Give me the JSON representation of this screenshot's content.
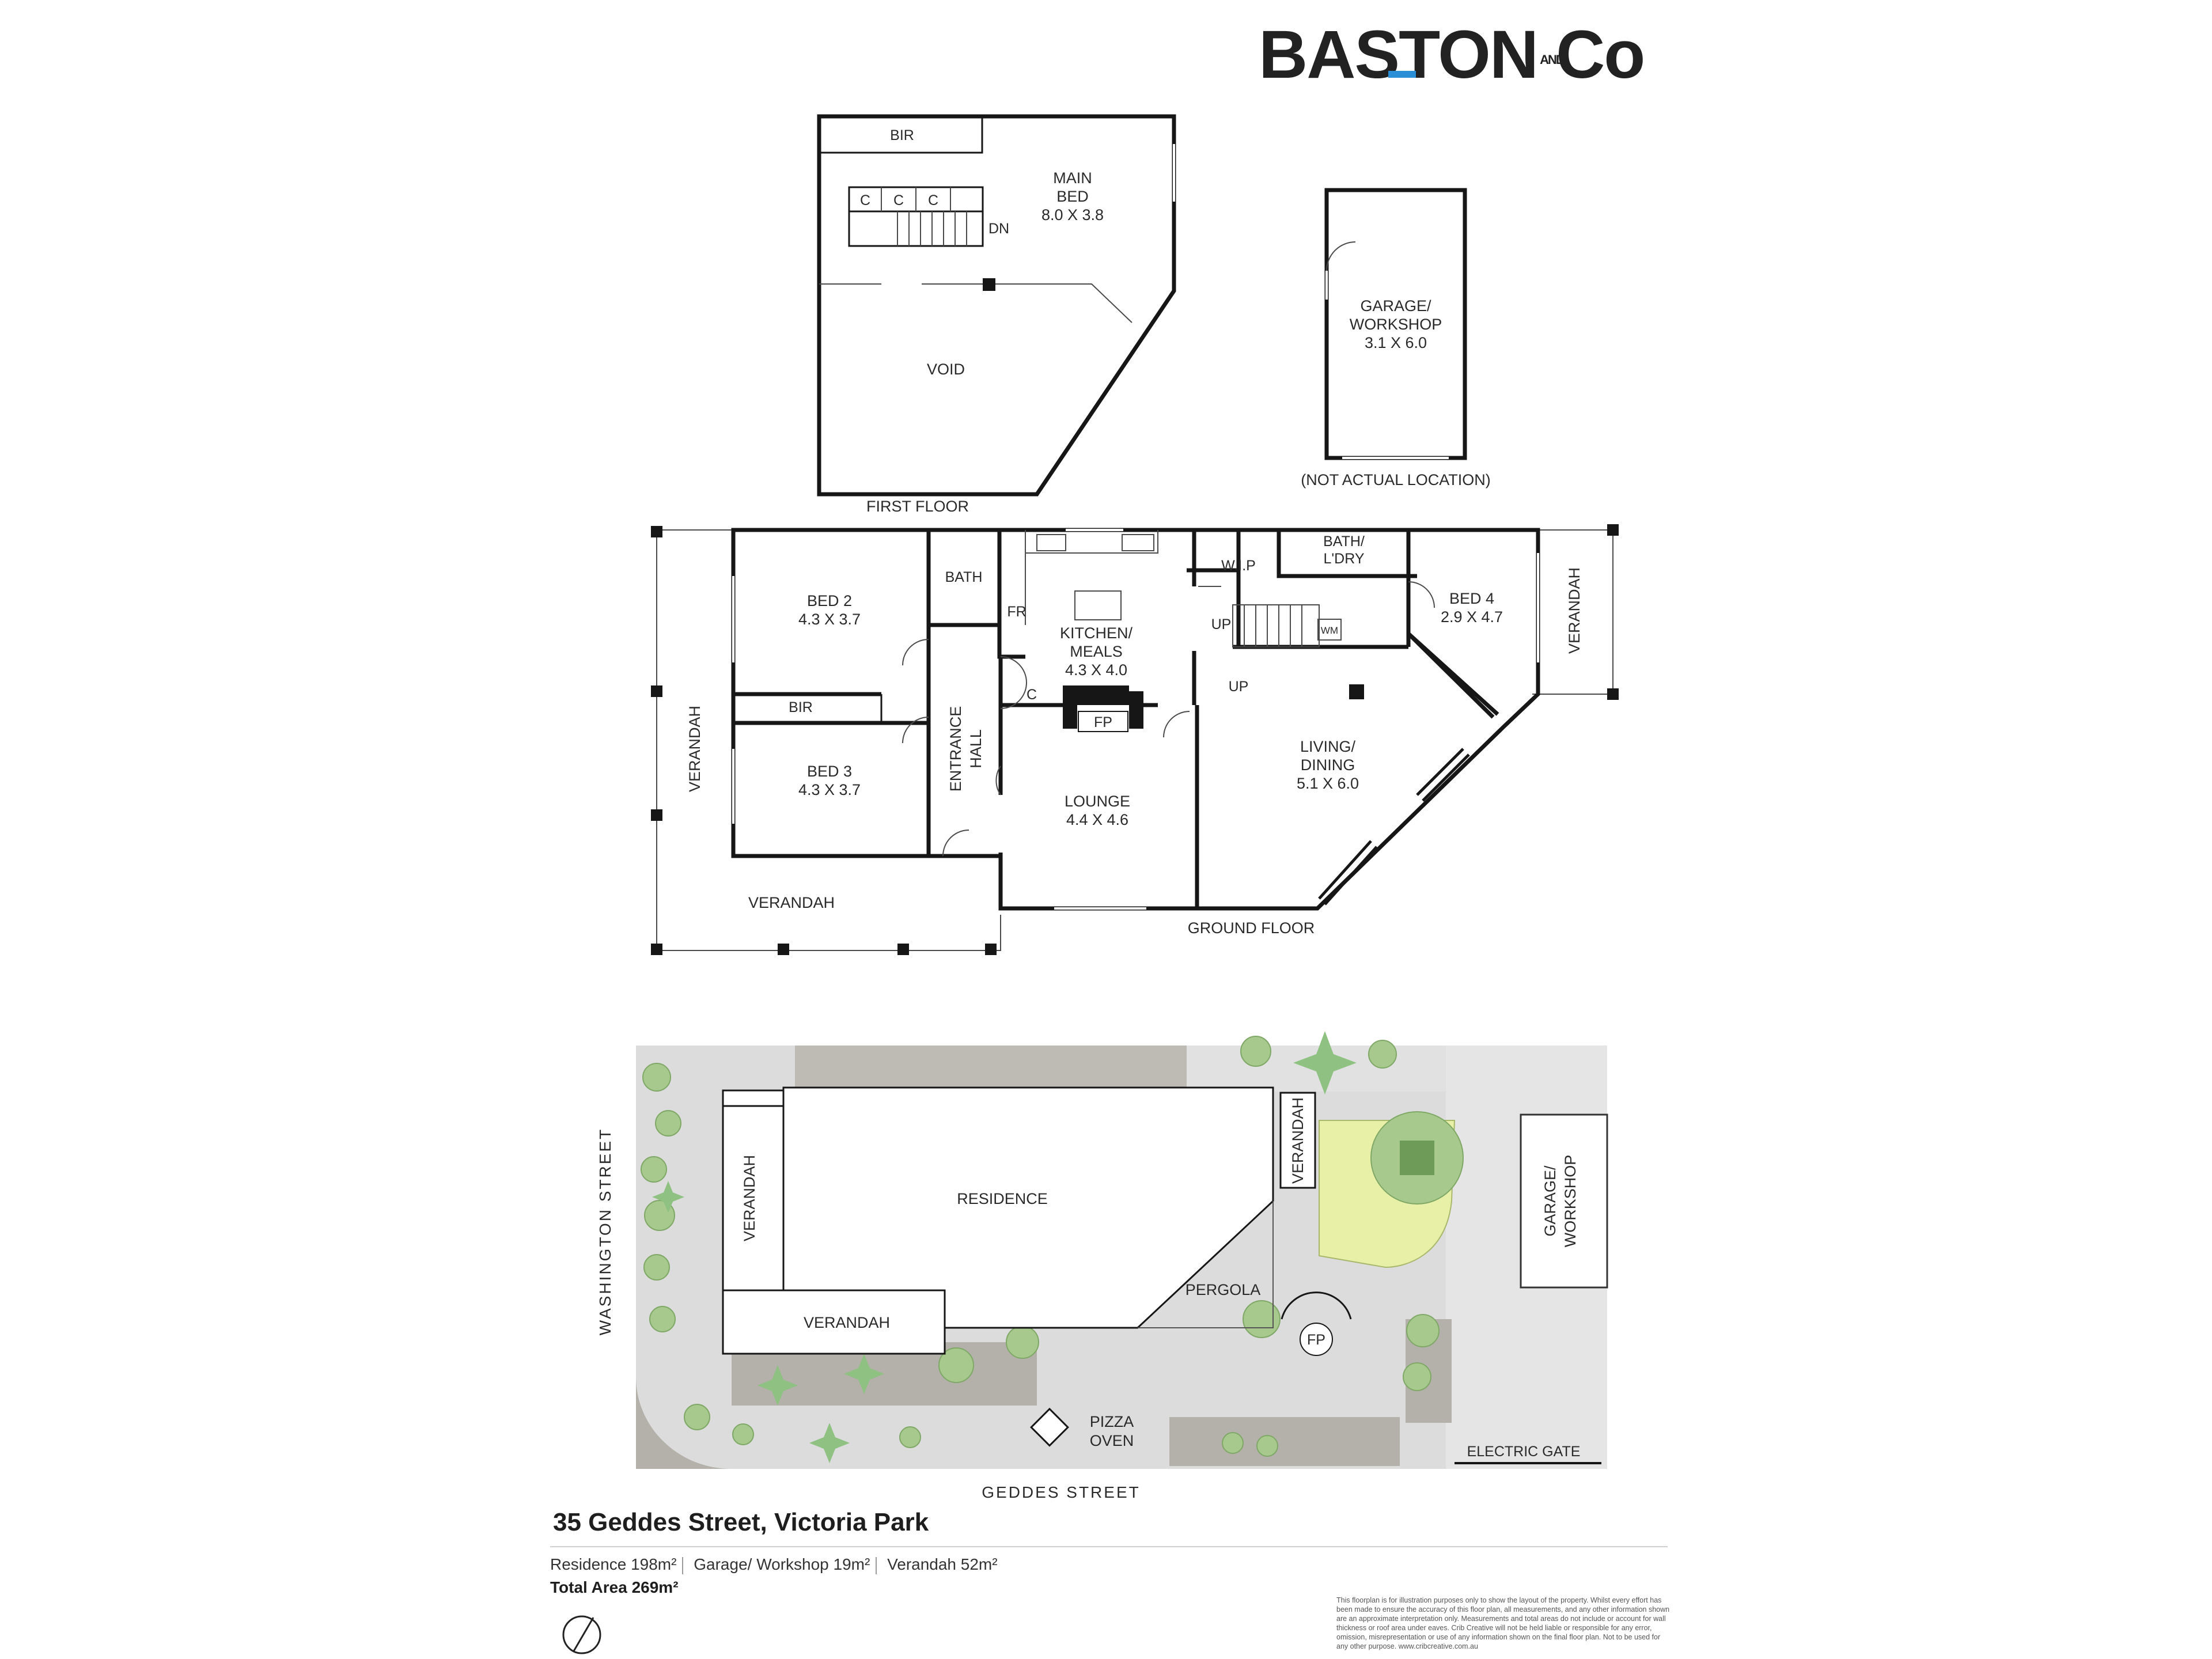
{
  "brand": {
    "name_left": "BASTON",
    "name_and": "AND",
    "name_right": "Co",
    "accent_color": "#2a8fd6"
  },
  "first_floor": {
    "label": "FIRST FLOOR",
    "rooms": {
      "bir": "BIR",
      "main_bed_l1": "MAIN",
      "main_bed_l2": "BED",
      "main_bed_size": "8.0 X 3.8",
      "closet": "C",
      "stair": "DN",
      "void": "VOID"
    }
  },
  "garage_plan": {
    "name_l1": "GARAGE/",
    "name_l2": "WORKSHOP",
    "size": "3.1 X 6.0",
    "note": "(NOT ACTUAL LOCATION)"
  },
  "ground_floor": {
    "label": "GROUND FLOOR",
    "rooms": {
      "bed2": "BED 2",
      "bed2_size": "4.3 X 3.7",
      "bir": "BIR",
      "bed3": "BED 3",
      "bed3_size": "4.3 X 3.7",
      "bath": "BATH",
      "fr": "FR",
      "entrance": "ENTRANCE",
      "hall": "HALL",
      "kitchen_l1": "KITCHEN/",
      "kitchen_l2": "MEALS",
      "kitchen_size": "4.3 X 4.0",
      "closet": "C",
      "fp": "FP",
      "lounge": "LOUNGE",
      "lounge_size": "4.4 X 4.6",
      "wip": "W.I.P",
      "bath_ldry_l1": "BATH/",
      "bath_ldry_l2": "L'DRY",
      "wm": "WM",
      "up1": "UP",
      "up2": "UP",
      "living_l1": "LIVING/",
      "living_l2": "DINING",
      "living_size": "5.1 X 6.0",
      "bed4": "BED 4",
      "bed4_size": "2.9 X 4.7",
      "verandah_left": "VERANDAH",
      "verandah_bottom": "VERANDAH",
      "verandah_right": "VERANDAH"
    }
  },
  "site_plan": {
    "washington": "WASHINGTON STREET",
    "geddes": "GEDDES STREET",
    "residence": "RESIDENCE",
    "verandah_left": "VERANDAH",
    "verandah_bottom": "VERANDAH",
    "verandah_right": "VERANDAH",
    "pergola": "PERGOLA",
    "fp": "FP",
    "pizza_l1": "PIZZA",
    "pizza_l2": "OVEN",
    "garage_l1": "GARAGE/",
    "garage_l2": "WORKSHOP",
    "gate": "ELECTRIC GATE"
  },
  "footer": {
    "address": "35 Geddes Street, Victoria Park",
    "residence_label": "Residence",
    "residence_value": "198m²",
    "garage_label": "Garage/ Workshop",
    "garage_value": "19m²",
    "verandah_label": "Verandah",
    "verandah_value": "52m²",
    "total_label": "Total Area",
    "total_value": "269m²",
    "disclaimer": "This floorplan is for illustration purposes only to show the layout of the property. Whilst every effort has been made to ensure the accuracy of this floor plan, all measurements, and any other information shown are an approximate interpretation only. Measurements and total areas do not include or account for wall thickness or roof area under eaves. Crib Creative will not be held liable or responsible for any error, omission, misrepresentation or use of any information shown on the final floor plan. Not to be used for any other purpose. www.cribcreative.com.au"
  }
}
